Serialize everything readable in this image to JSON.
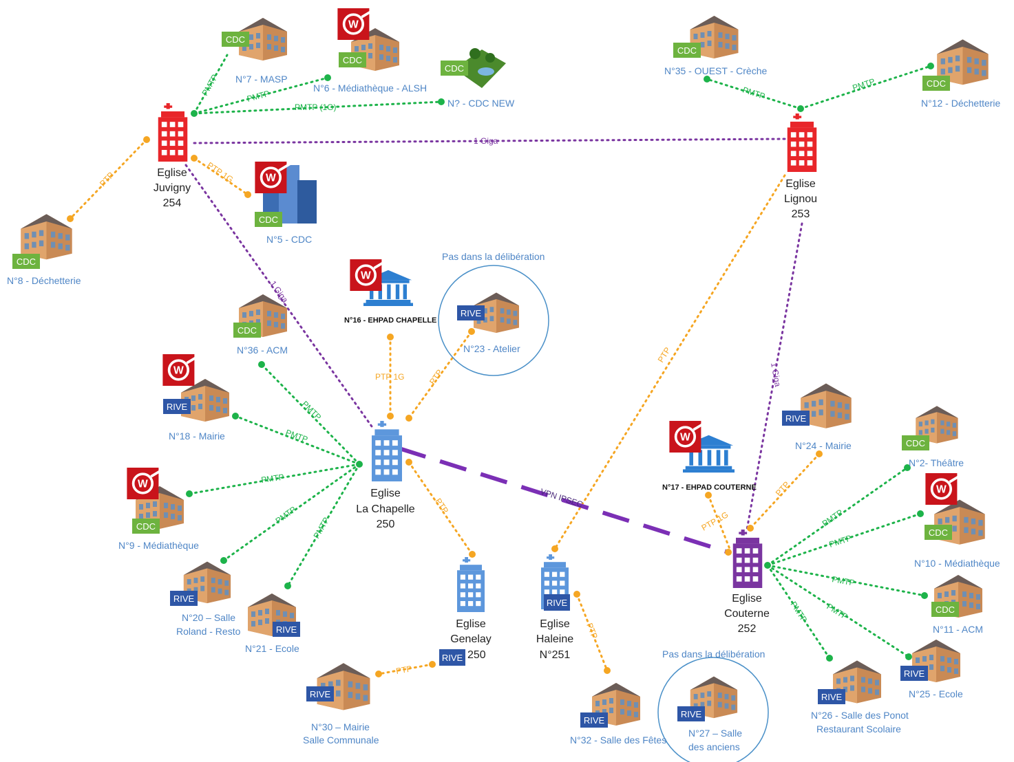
{
  "colors": {
    "pmtp": "#1db34a",
    "ptp": "#f5a623",
    "giga": "#7a35a0",
    "vpn": "#7b2fb5",
    "cdc": "#6db33f",
    "rive": "#2e56a6",
    "church_red": "#e8262a",
    "church_blue": "#5d97dc",
    "church_purple": "#7a35a0",
    "label_blue": "#4f86c6"
  },
  "legend": {
    "not_in_deliberation_1": "Pas dans la délibération",
    "not_in_deliberation_2": "Pas dans la délibération"
  },
  "hubs": [
    {
      "id": "juvigny",
      "lines": [
        "Eglise",
        "Juvigny",
        "254"
      ],
      "color": "red"
    },
    {
      "id": "lignou",
      "lines": [
        "Eglise",
        "Lignou",
        "253"
      ],
      "color": "red"
    },
    {
      "id": "chapelle",
      "lines": [
        "Eglise",
        "La Chapelle",
        "250"
      ],
      "color": "blue"
    },
    {
      "id": "couterne",
      "lines": [
        "Eglise",
        "Couterne",
        "252"
      ],
      "color": "purple"
    },
    {
      "id": "genelay",
      "lines": [
        "Eglise",
        "Genelay",
        "250"
      ],
      "color": "blue",
      "badge": "RIVE"
    },
    {
      "id": "haleine",
      "lines": [
        "Eglise",
        "Haleine",
        "N°251"
      ],
      "color": "blue",
      "badge": "RIVE"
    }
  ],
  "sites": [
    {
      "id": "s7",
      "label": "N°7  - MASP",
      "badge": "CDC",
      "icon": "shop-icon"
    },
    {
      "id": "s6",
      "label": "N°6 - Médiathèque - ALSH",
      "badge": "CDC",
      "icon": "building-icon",
      "wifi": true
    },
    {
      "id": "snew",
      "label": "N? - CDC NEW",
      "badge": "CDC",
      "icon": "park-icon"
    },
    {
      "id": "s5",
      "label": "N°5 - CDC",
      "badge": "CDC",
      "icon": "city-icon",
      "wifi": true
    },
    {
      "id": "s8",
      "label": "N°8 - Déchetterie",
      "badge": "CDC",
      "icon": "shop-icon"
    },
    {
      "id": "s35",
      "label": "N°35 - OUEST - Crèche",
      "badge": "CDC",
      "icon": "building-icon"
    },
    {
      "id": "s12",
      "label": "N°12 - Déchetterie",
      "badge": "CDC",
      "icon": "shop-icon"
    },
    {
      "id": "s16",
      "label": "N°16 - EHPAD CHAPELLE",
      "badge": "",
      "icon": "government-icon",
      "wifi": true
    },
    {
      "id": "s23",
      "label": "N°23 - Atelier",
      "badge": "RIVE",
      "icon": "workshop-icon"
    },
    {
      "id": "s36",
      "label": "N°36 - ACM",
      "badge": "CDC",
      "icon": "building-icon"
    },
    {
      "id": "s18",
      "label": "N°18 - Mairie",
      "badge": "RIVE",
      "icon": "building-icon",
      "wifi": true
    },
    {
      "id": "s9",
      "label": "N°9 - Médiathèque",
      "badge": "CDC",
      "icon": "building-icon",
      "wifi": true
    },
    {
      "id": "s20",
      "label": [
        "N°20 – Salle",
        "Roland - Resto"
      ],
      "badge": "RIVE",
      "icon": "house-icon"
    },
    {
      "id": "s21",
      "label": "N°21 - Ecole",
      "badge": "RIVE",
      "icon": "school-icon"
    },
    {
      "id": "s30",
      "label": [
        "N°30 – Mairie",
        "Salle Communale"
      ],
      "badge": "RIVE",
      "icon": "townhall-icon"
    },
    {
      "id": "s32",
      "label": "N°32 - Salle des Fêtes",
      "badge": "RIVE",
      "icon": "house-icon"
    },
    {
      "id": "s27",
      "label": [
        "N°27 – Salle",
        "des anciens"
      ],
      "badge": "RIVE",
      "icon": "house-icon"
    },
    {
      "id": "s17",
      "label": "N°17 - EHPAD COUTERNE",
      "badge": "",
      "icon": "government-icon",
      "wifi": true
    },
    {
      "id": "s24",
      "label": "N°24 - Mairie",
      "badge": "RIVE",
      "icon": "townhall-icon"
    },
    {
      "id": "s2",
      "label": "N°2- Théâtre",
      "badge": "CDC",
      "icon": "house-icon"
    },
    {
      "id": "s10",
      "label": "N°10 - Médiathèque",
      "badge": "CDC",
      "icon": "building-icon",
      "wifi": true
    },
    {
      "id": "s11",
      "label": "N°11 - ACM",
      "badge": "CDC",
      "icon": "building-icon"
    },
    {
      "id": "s25",
      "label": "N°25 - Ecole",
      "badge": "RIVE",
      "icon": "school-icon"
    },
    {
      "id": "s26",
      "label": [
        "N°26 - Salle des Ponot",
        "Restaurant Scolaire"
      ],
      "badge": "RIVE",
      "icon": "house-icon"
    }
  ],
  "links": [
    {
      "id": "l1",
      "kind": "pmtp",
      "label": "PMTP"
    },
    {
      "id": "l2",
      "kind": "pmtp",
      "label": "PMTP"
    },
    {
      "id": "l3",
      "kind": "pmtp",
      "label": "PMTP (1G)"
    },
    {
      "id": "l4",
      "kind": "giga",
      "label": "1 Giga"
    },
    {
      "id": "l5",
      "kind": "ptp",
      "label": "PTP"
    },
    {
      "id": "l6",
      "kind": "ptp",
      "label": "PTP 1G"
    },
    {
      "id": "l7",
      "kind": "giga",
      "label": "1 Giga"
    },
    {
      "id": "l8",
      "kind": "pmtp",
      "label": "PMTP"
    },
    {
      "id": "l9",
      "kind": "pmtp",
      "label": "PMTP"
    },
    {
      "id": "l10",
      "kind": "ptp",
      "label": "PTP"
    },
    {
      "id": "l11",
      "kind": "giga",
      "label": "1 Giga"
    },
    {
      "id": "l12",
      "kind": "ptp",
      "label": "PTP 1G"
    },
    {
      "id": "l13",
      "kind": "ptp",
      "label": "PTP"
    },
    {
      "id": "l14",
      "kind": "pmtp",
      "label": "PMTP"
    },
    {
      "id": "l15",
      "kind": "pmtp",
      "label": "PMTP"
    },
    {
      "id": "l16",
      "kind": "pmtp",
      "label": "PMTP"
    },
    {
      "id": "l17",
      "kind": "pmtp",
      "label": "PMTP"
    },
    {
      "id": "l18",
      "kind": "pmtp",
      "label": "PMTP"
    },
    {
      "id": "l19",
      "kind": "ptp",
      "label": "PTP"
    },
    {
      "id": "l20",
      "kind": "vpn",
      "label": "VPN IPSEC"
    },
    {
      "id": "l21",
      "kind": "ptp",
      "label": "PTP"
    },
    {
      "id": "l22",
      "kind": "ptp",
      "label": "PTP"
    },
    {
      "id": "l23",
      "kind": "ptp",
      "label": "PTP 1G"
    },
    {
      "id": "l24",
      "kind": "ptp",
      "label": "PTP"
    },
    {
      "id": "l25",
      "kind": "pmtp",
      "label": "PMTP"
    },
    {
      "id": "l26",
      "kind": "pmtp",
      "label": "PMTP"
    },
    {
      "id": "l27",
      "kind": "pmtp",
      "label": "PMTP"
    },
    {
      "id": "l28",
      "kind": "pmtp",
      "label": "PMTP"
    },
    {
      "id": "l29",
      "kind": "pmtp",
      "label": "PMTP"
    }
  ]
}
